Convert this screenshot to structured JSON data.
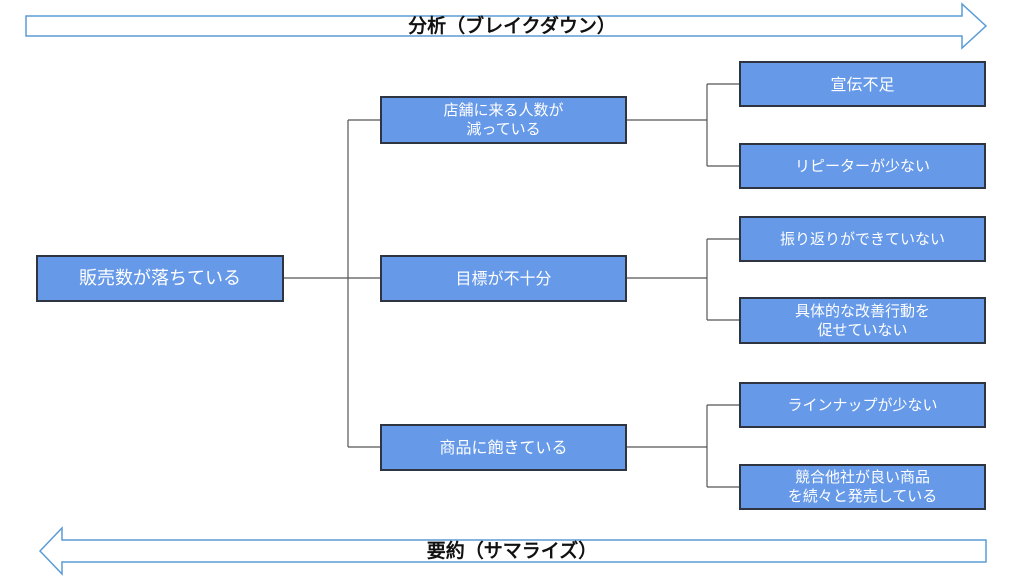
{
  "top_banner": "分析（ブレイクダウン）",
  "bottom_banner": "要約（サマライズ）",
  "root": "販売数が落ちている",
  "causes": [
    {
      "label": "店舗に来る人数が\n減っている",
      "subcauses": [
        "宣伝不足",
        "リピーターが少ない"
      ]
    },
    {
      "label": "目標が不十分",
      "subcauses": [
        "振り返りができていない",
        "具体的な改善行動を\n促せていない"
      ]
    },
    {
      "label": "商品に飽きている",
      "subcauses": [
        "ラインナップが少ない",
        "競合他社が良い商品\nを続々と発売している"
      ]
    }
  ],
  "colors": {
    "box_fill": "#6699e8",
    "box_border": "#2e3440",
    "arrow_outline": "#5b9bd5",
    "connector": "#555555"
  }
}
